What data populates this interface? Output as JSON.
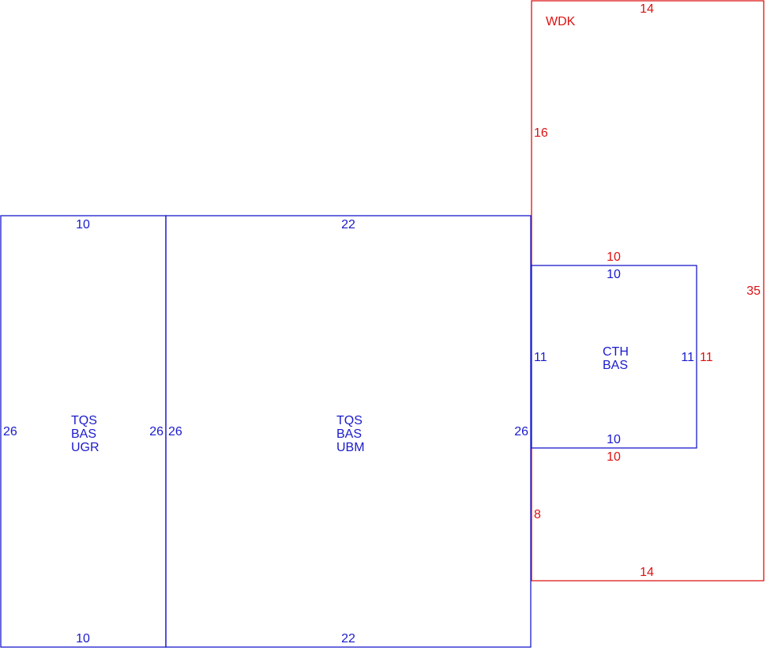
{
  "colors": {
    "blue": "#1a1acc",
    "red": "#dd1111"
  },
  "rooms": {
    "ugr": {
      "line1": "TQS",
      "line2": "BAS",
      "line3": "UGR",
      "top": "10",
      "bottom": "10",
      "left": "26",
      "right": "26"
    },
    "ubm": {
      "line1": "TQS",
      "line2": "BAS",
      "line3": "UBM",
      "top": "22",
      "bottom": "22",
      "left": "26",
      "right": "26"
    },
    "cth": {
      "line1": "CTH",
      "line2": "BAS",
      "top": "10",
      "bottom": "10",
      "left": "11",
      "right": "11"
    }
  },
  "deck": {
    "label": "WDK",
    "top": "14",
    "bottom": "14",
    "right": "35",
    "left_upper": "16",
    "left_lower": "8",
    "notch_top": "10",
    "notch_bottom": "10",
    "notch_right": "11"
  }
}
